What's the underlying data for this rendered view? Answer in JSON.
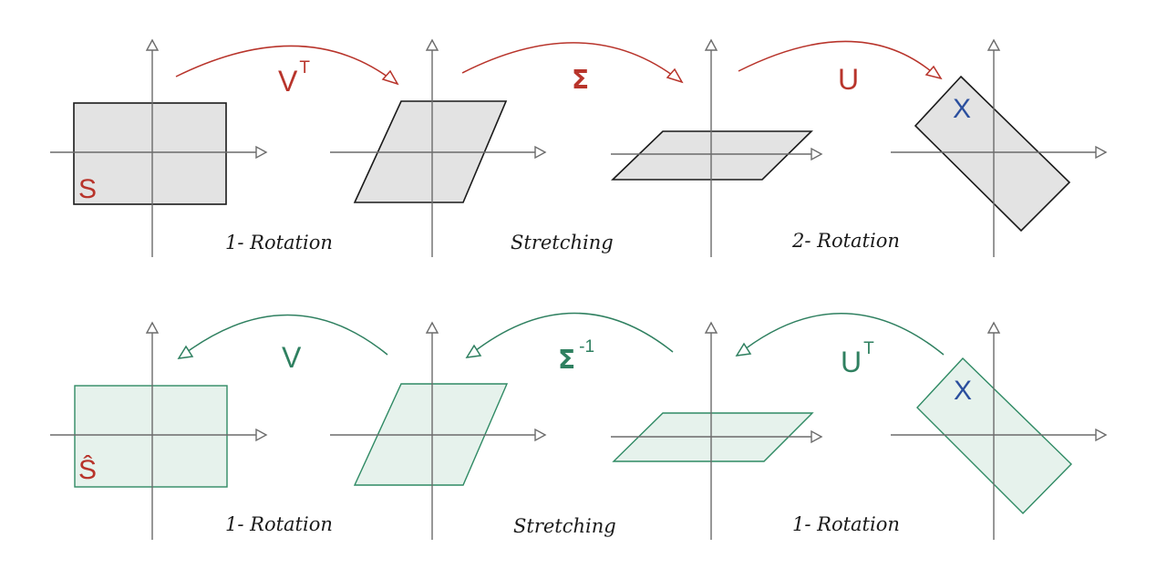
{
  "colors": {
    "forward": "#b8342b",
    "inverse": "#2f8060",
    "x_label": "#2b4f9e",
    "s_label": "#b8342b"
  },
  "top": {
    "shape_labels": {
      "start": "S",
      "end": "X"
    },
    "steps": [
      {
        "symbol": "V",
        "superscript": "T",
        "caption": "1- Rotation"
      },
      {
        "symbol": "Σ",
        "superscript": "",
        "caption": "Stretching"
      },
      {
        "symbol": "U",
        "superscript": "",
        "caption": "2- Rotation"
      }
    ]
  },
  "bottom": {
    "shape_labels": {
      "start": "Ŝ",
      "end": "X"
    },
    "steps": [
      {
        "symbol": "V",
        "superscript": "",
        "caption": "1- Rotation"
      },
      {
        "symbol": "Σ",
        "superscript": "-1",
        "caption": "Stretching"
      },
      {
        "symbol": "U",
        "superscript": "T",
        "caption": "1- Rotation"
      }
    ]
  }
}
